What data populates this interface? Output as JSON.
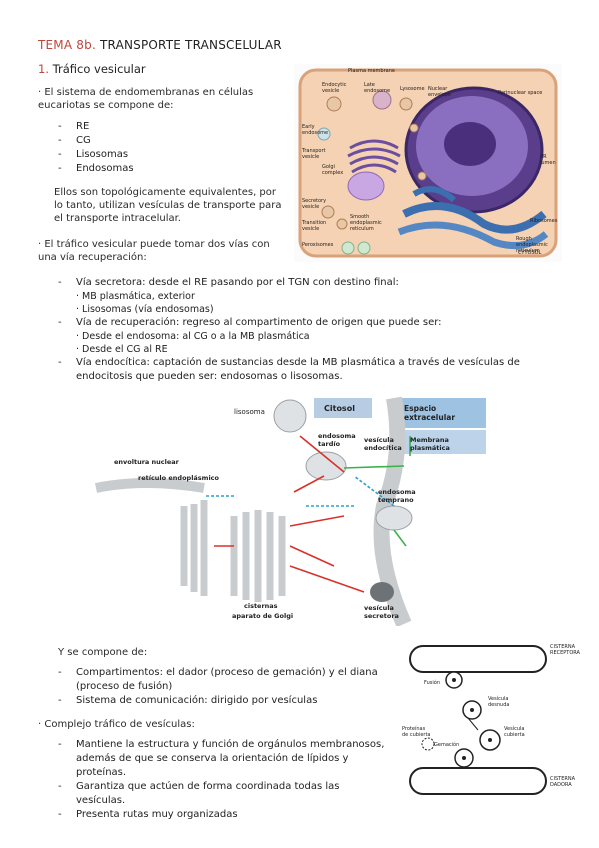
{
  "header": {
    "num": "TEMA 8b.",
    "title": "TRANSPORTE TRANSCELULAR"
  },
  "section1": {
    "num": "1.",
    "title": "Tráfico vesicular"
  },
  "intro1": "· El sistema de endomembranas en células eucariotas se compone de:",
  "components": [
    "RE",
    "CG",
    "Lisosomas",
    "Endosomas"
  ],
  "equiv_text": "Ellos son topológicamente equivalentes, por lo tanto, utilizan vesículas de transporte para el transporte intracelular.",
  "intro2": "· El tráfico vesicular puede tomar dos vías con una vía recuperación:",
  "routes": [
    {
      "text": "Vía secretora: desde el RE pasando por el TGN con destino final:",
      "subs": [
        "· MB plasmática, exterior",
        "· Lisosomas (vía endosomas)"
      ]
    },
    {
      "text": "Vía de recuperación: regreso al compartimento de origen que puede ser:",
      "subs": [
        "· Desde el endosoma: al CG o a la MB plasmática",
        "· Desde el CG al RE"
      ]
    },
    {
      "text": "Vía endocítica: captación de sustancias desde la MB plasmática a través de vesículas de endocitosis que pueden ser: endosomas o lisosomas.",
      "subs": []
    }
  ],
  "fig1": {
    "labels": [
      "Plasma membrane",
      "Endocytic vesicle",
      "Late endosome",
      "Lysosome",
      "Nuclear envelope",
      "Perinuclear space",
      "Early endosome",
      "Transport vesicle",
      "Golgi complex",
      "ER lumen",
      "Secretory vesicle",
      "Transition vesicle",
      "Smooth endoplasmic reticulum",
      "Ribosomes",
      "Rough endoplasmic reticulum",
      "Peroxisomes",
      "CYTOSOL"
    ]
  },
  "fig2": {
    "labels": {
      "lisosoma": "lisosoma",
      "citosol": "Citosol",
      "espacio": "Espacio extracelular",
      "endosoma_tardio": "endosoma tardío",
      "vesicula_endocitica": "vesícula endocítica",
      "membrana": "Membrana plasmática",
      "envoltura": "envoltura nuclear",
      "reticulo": "retículo endoplásmico",
      "endosoma_temprano": "endosoma temprano",
      "cisternas": "cisternas",
      "golgi": "aparato de Golgi",
      "vesicula_secretora": "vesícula secretora"
    },
    "colors": {
      "secretory": "#d8322a",
      "retrieval": "#2f9fd1",
      "endocytic": "#3bb24a",
      "membrane": "#c9cccf"
    }
  },
  "compone": "Y se compone de:",
  "compone_items": [
    "Compartimentos: el dador (proceso de gemación) y el diana (proceso de fusión)",
    "Sistema de comunicación: dirigido por vesículas"
  ],
  "complejo": "· Complejo tráfico de vesículas:",
  "complejo_items": [
    "Mantiene la estructura y función de orgánulos membranosos, además de que se conserva la orientación de lípidos y proteínas.",
    "Garantiza que actúen de forma coordinada todas las vesículas.",
    "Presenta rutas muy organizadas"
  ],
  "fig3": {
    "labels": {
      "diana": "CISTERNA RECEPTORA",
      "fusion": "Fusión",
      "desnudo": "Vesícula desnuda",
      "cubierta": "Vesícula cubierta",
      "proteinas": "Proteínas de cubierta",
      "gemacion": "Gemación",
      "dadora": "CISTERNA DADORA"
    }
  }
}
